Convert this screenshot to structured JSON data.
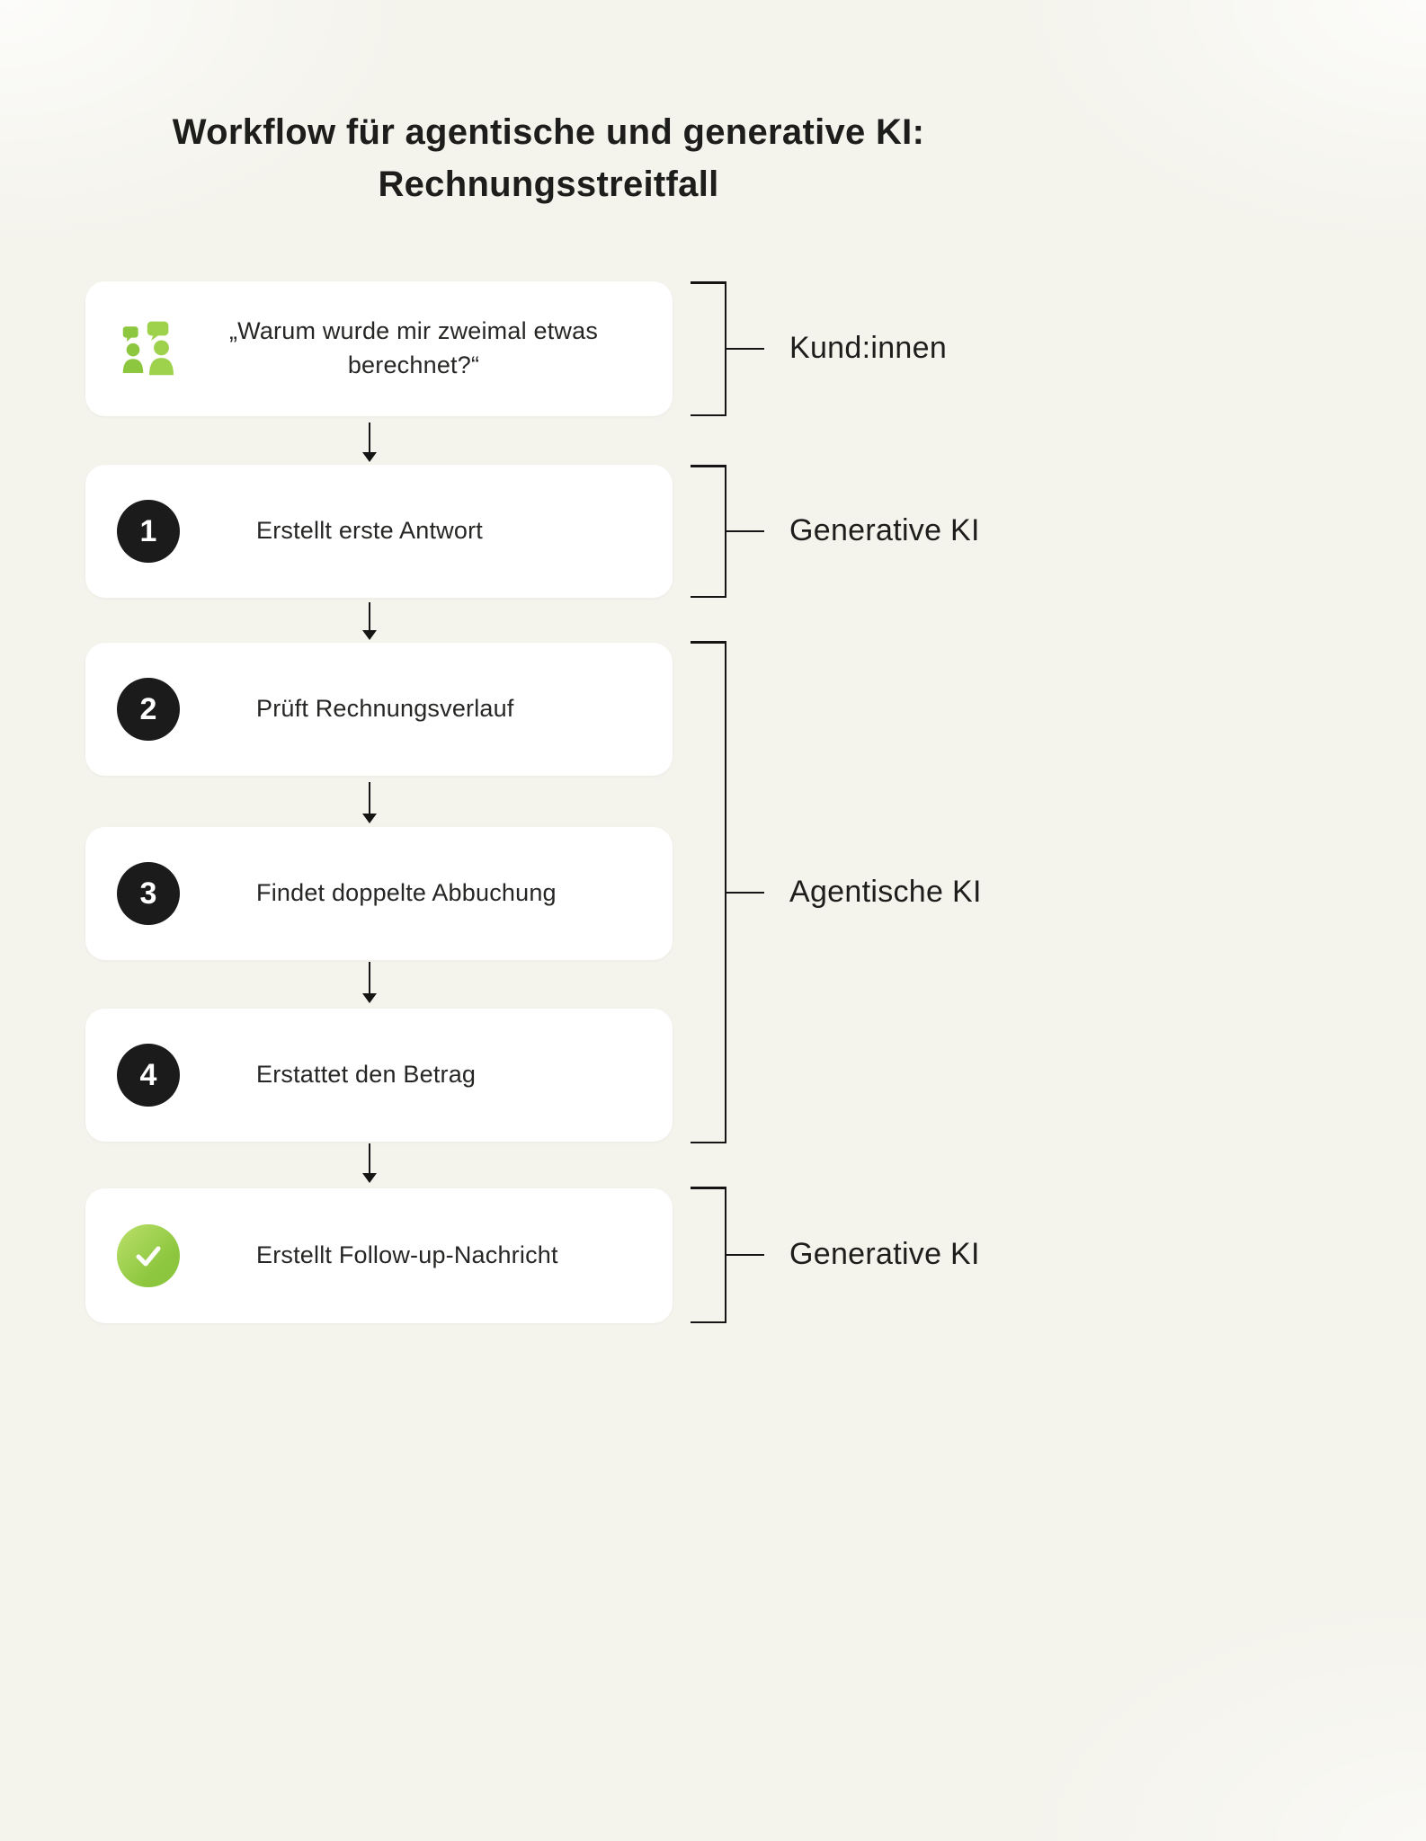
{
  "page": {
    "title_line1": "Workflow für agentische und generative KI:",
    "title_line2": "Rechnungsstreitfall"
  },
  "steps": [
    {
      "icon": "customers-people-icon",
      "text": "„Warum wurde mir zweimal etwas berechnet?“",
      "group": "Kund:innen"
    },
    {
      "badge": "1",
      "text": "Erstellt erste Antwort",
      "group": "Generative KI"
    },
    {
      "badge": "2",
      "text": "Prüft Rechnungsverlauf",
      "group": "Agentische KI"
    },
    {
      "badge": "3",
      "text": "Findet doppelte Abbuchung",
      "group": "Agentische KI"
    },
    {
      "badge": "4",
      "text": "Erstattet den Betrag",
      "group": "Agentische KI"
    },
    {
      "icon": "check-icon",
      "text": "Erstellt Follow-up-Nachricht",
      "group": "Generative KI"
    }
  ],
  "groups": [
    {
      "label": "Kund:innen",
      "covers_steps": [
        0
      ]
    },
    {
      "label": "Generative KI",
      "covers_steps": [
        1
      ]
    },
    {
      "label": "Agentische KI",
      "covers_steps": [
        2,
        3,
        4
      ]
    },
    {
      "label": "Generative KI",
      "covers_steps": [
        5
      ]
    }
  ],
  "colors": {
    "background": "#f4f3ec",
    "card": "#ffffff",
    "badge_black": "#1b1b1b",
    "accent_green": "#8dc63f",
    "text_dark": "#1d1d1b"
  }
}
